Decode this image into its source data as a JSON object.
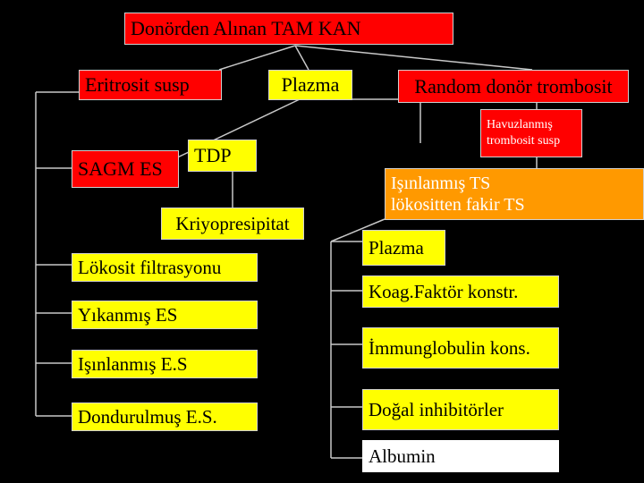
{
  "root": "Donörden Alınan TAM   KAN",
  "level1": {
    "eritrosit": "Eritrosit susp",
    "plazma": "Plazma",
    "trombosit": "Random donör trombosit"
  },
  "eritrosit_children": {
    "sagm": "SAGM ES",
    "lokosit": "Lökosit filtrasyonu",
    "yikanmis": "Yıkanmış ES",
    "isinlanmis": "Işınlanmış E.S",
    "dondurulmus": "Dondurulmuş E.S."
  },
  "plazma_children": {
    "tdp": "TDP",
    "kriyo": "Kriyopresipitat",
    "plazma2": "Plazma",
    "koag": "Koag.Faktör konstr.",
    "immun": "İmmunglobulin kons.",
    "dogal": "Doğal inhibitörler",
    "albumin": "Albumin"
  },
  "trombosit_children": {
    "havuz_line1": "Havuzlanmış",
    "havuz_line2": "trombosit susp",
    "isin_line1": "Işınlanmış TS",
    "isin_line2": "lökositten fakir TS"
  },
  "colors": {
    "background": "#000000",
    "red": "#ff0000",
    "yellow": "#ffff00",
    "orange": "#ff9900",
    "white": "#ffffff",
    "line": "#c8c8c8"
  }
}
